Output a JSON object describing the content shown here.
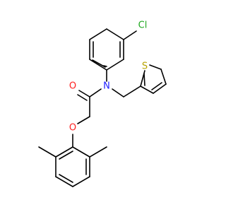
{
  "atoms": {
    "chlorine": {
      "label": "Cl",
      "color": "#1fa81f"
    },
    "sulfur": {
      "label": "S",
      "color": "#b8a400"
    },
    "nitrogen": {
      "label": "N",
      "color": "#2020ff"
    },
    "carbonyl_oxygen": {
      "label": "O",
      "color": "#ff2020"
    },
    "ether_oxygen": {
      "label": "O",
      "color": "#ff2020"
    }
  }
}
